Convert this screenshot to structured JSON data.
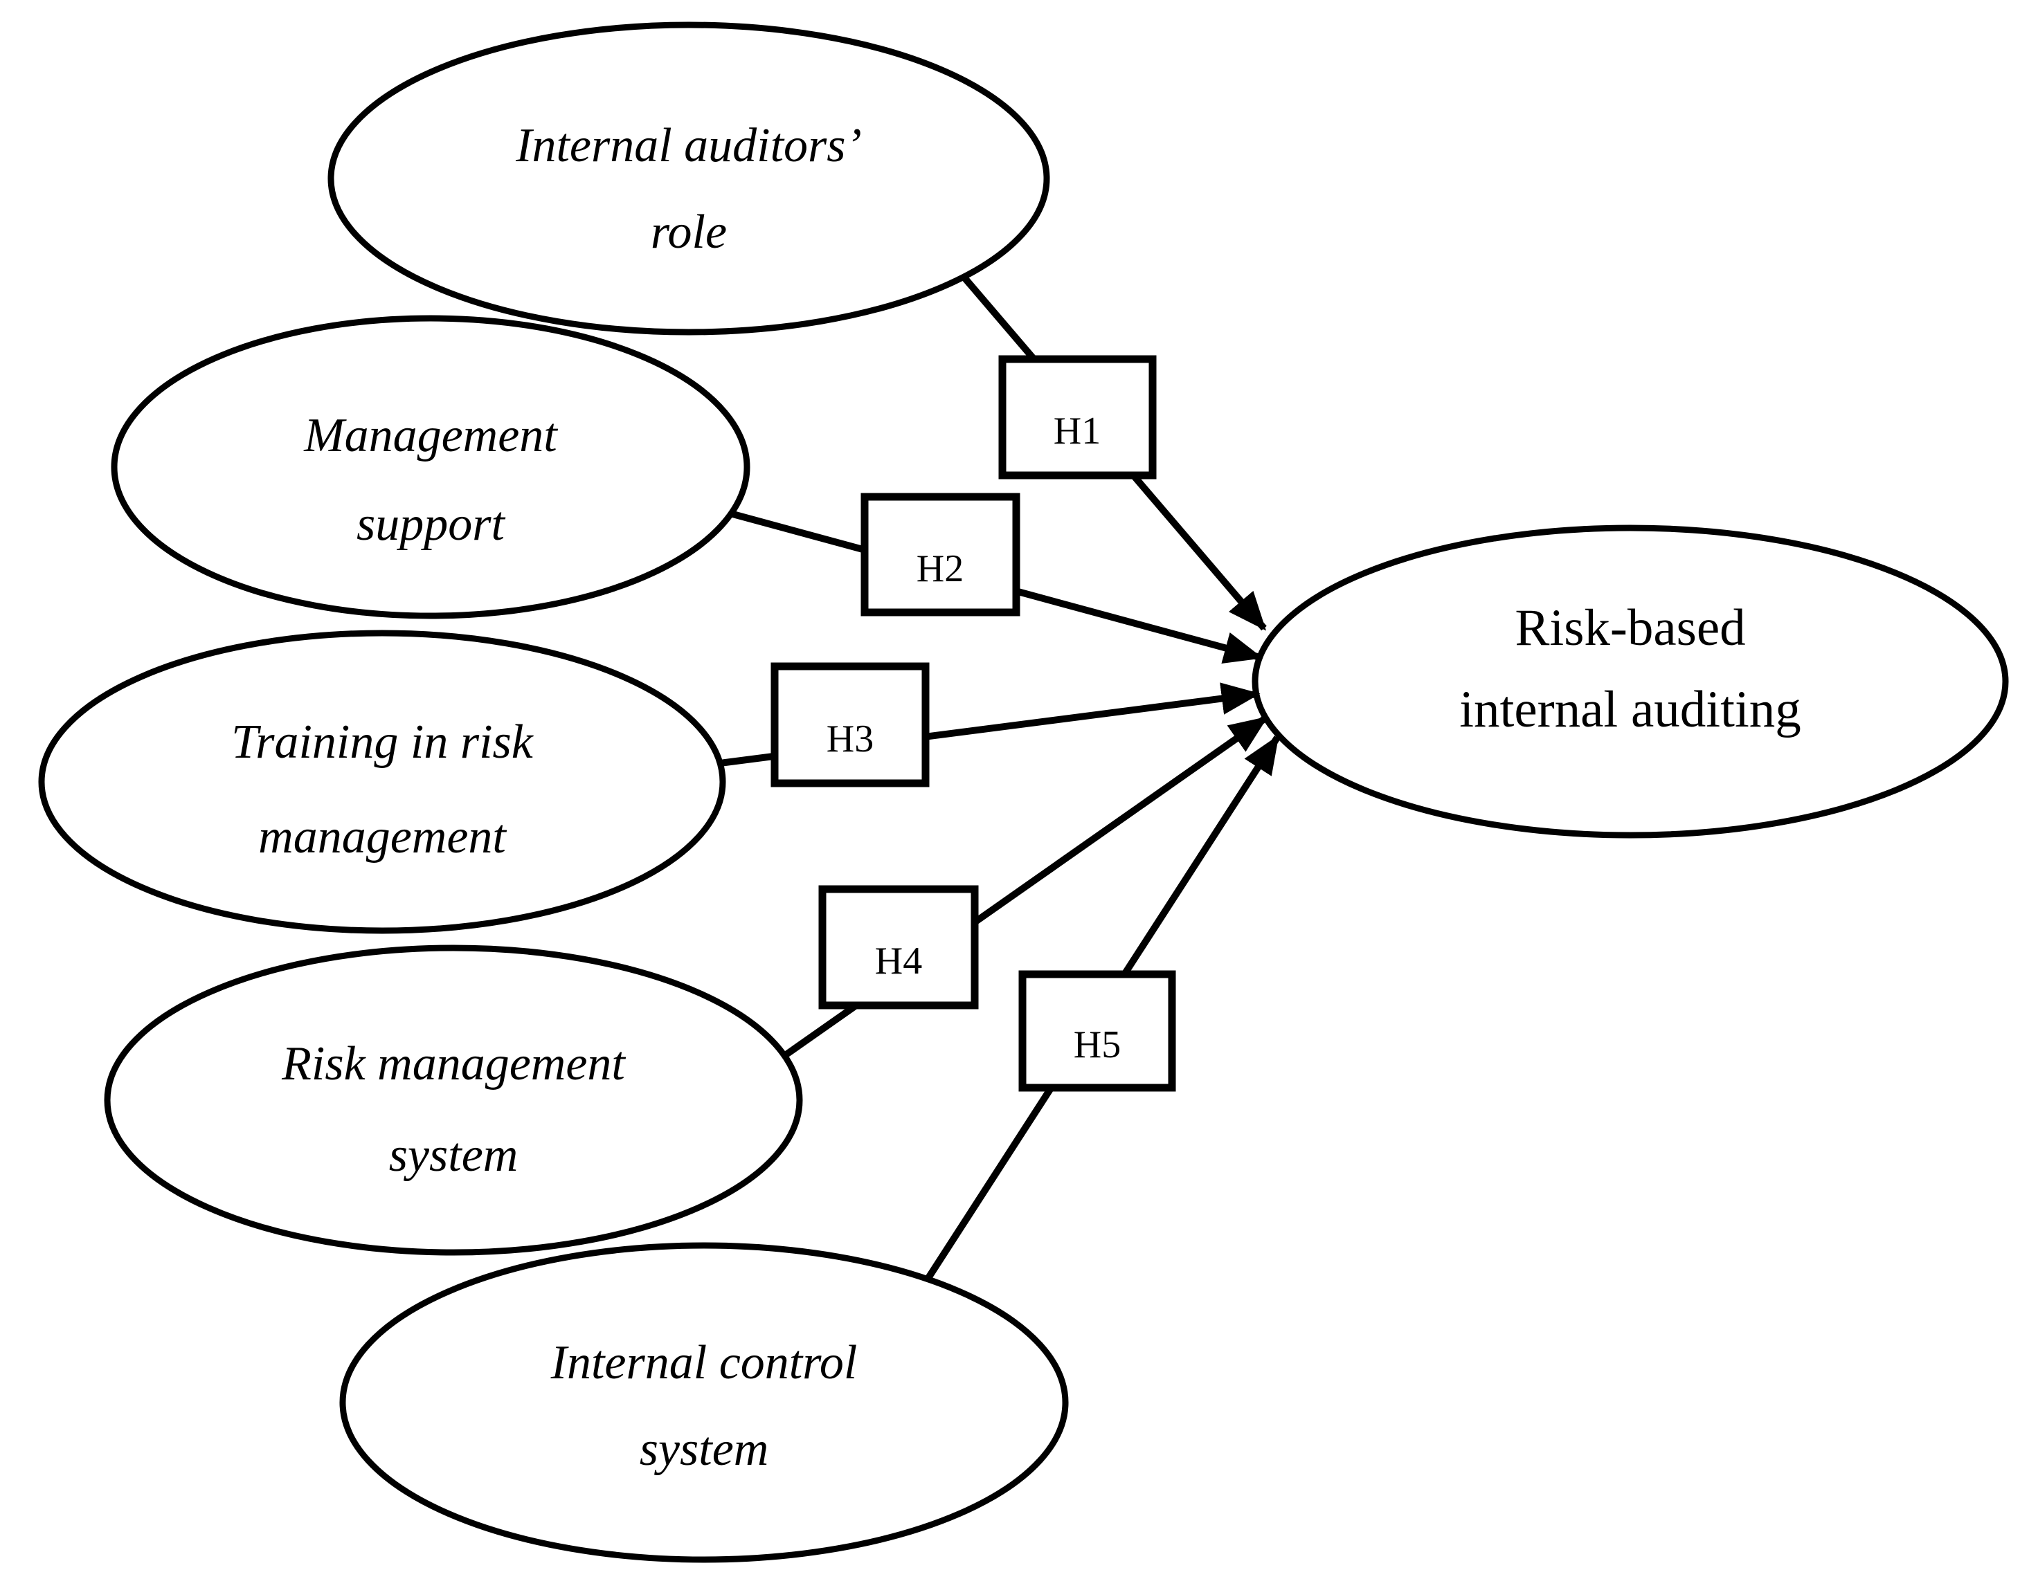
{
  "diagram": {
    "background_color": "#ffffff",
    "ink_color": "#000000",
    "nodes": [
      {
        "id": "internal-auditors-role",
        "label_lines": [
          "Internal auditors’",
          "role"
        ]
      },
      {
        "id": "management-support",
        "label_lines": [
          "Management",
          "support"
        ]
      },
      {
        "id": "training-in-risk-management",
        "label_lines": [
          "Training in risk",
          "management"
        ]
      },
      {
        "id": "risk-management-system",
        "label_lines": [
          "Risk management",
          "system"
        ]
      },
      {
        "id": "internal-control-system",
        "label_lines": [
          "Internal control",
          "system"
        ]
      },
      {
        "id": "risk-based-internal-auditing",
        "label_lines": [
          "Risk-based",
          "internal auditing"
        ]
      }
    ],
    "edges": [
      {
        "label": "H1",
        "from": "internal-auditors-role",
        "to": "risk-based-internal-auditing"
      },
      {
        "label": "H2",
        "from": "management-support",
        "to": "risk-based-internal-auditing"
      },
      {
        "label": "H3",
        "from": "training-in-risk-management",
        "to": "risk-based-internal-auditing"
      },
      {
        "label": "H4",
        "from": "risk-management-system",
        "to": "risk-based-internal-auditing"
      },
      {
        "label": "H5",
        "from": "internal-control-system",
        "to": "risk-based-internal-auditing"
      }
    ]
  }
}
